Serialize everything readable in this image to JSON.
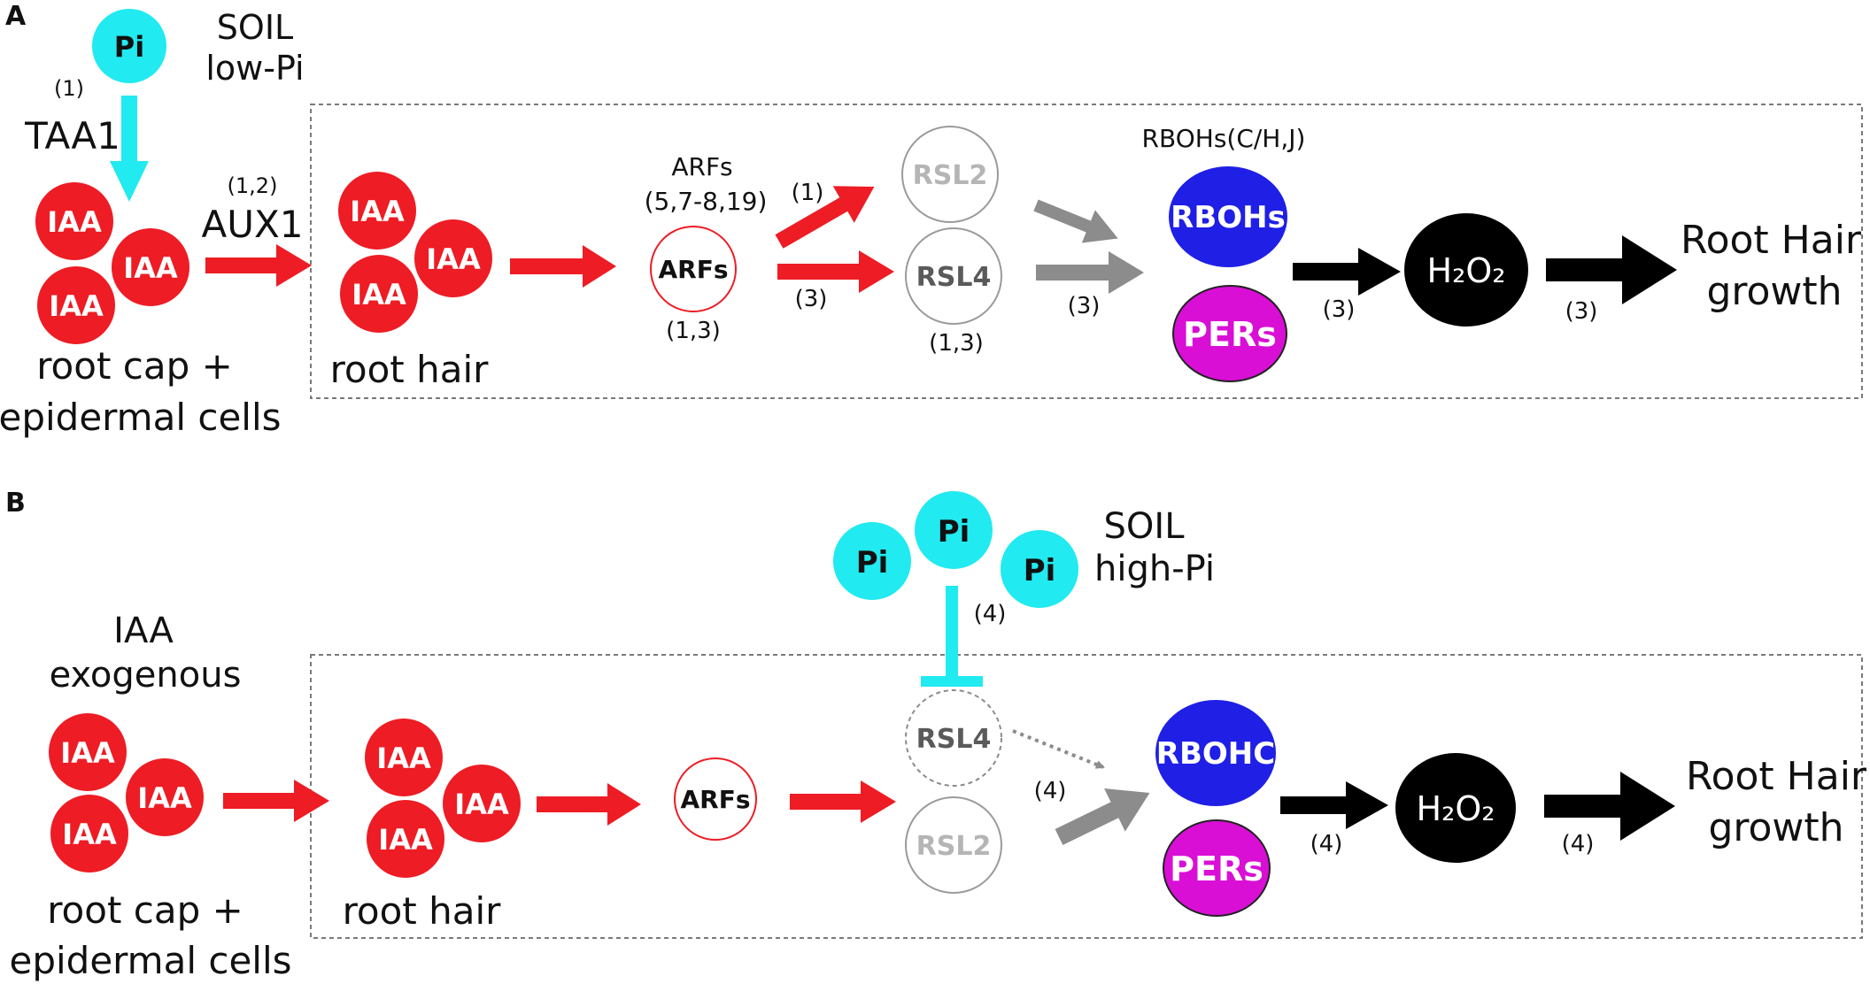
{
  "colors": {
    "red": "#ee1c24",
    "cyan": "#21eaf0",
    "blue": "#1f1fe6",
    "magenta": "#d90fd6",
    "black": "#000000",
    "grey": "#8c8c8c",
    "lightgrey": "#b5b5b5",
    "box": "#7a7a7a"
  },
  "panelA": {
    "letter": "A",
    "pi_node": "Pi",
    "soil_line1": "SOIL",
    "soil_line2": "low-Pi",
    "ref_taa1": "(1)",
    "taa1": "TAA1",
    "iaa": "IAA",
    "ref_aux1": "(1,2)",
    "aux1": "AUX1",
    "roots_line1": "root cap +",
    "roots_line2": "epidermal cells",
    "root_hair": "root hair",
    "arfs_title": "ARFs",
    "arfs_sub": "(5,7-8,19)",
    "arfs_node": "ARFs",
    "ref_arfs": "(1,3)",
    "ref_rsl2_arrow": "(1)",
    "ref_rsl4_arrow": "(3)",
    "rsl2": "RSL2",
    "rsl4": "RSL4",
    "ref_rsl4": "(1,3)",
    "ref_rboh_arrow": "(3)",
    "rbohs_title": "RBOHs(C/H,J)",
    "rbohs": "RBOHs",
    "pers": "PERs",
    "ref_h2o2_arrow": "(3)",
    "h2o2": "H₂O₂",
    "ref_growth_arrow": "(3)",
    "growth_line1": "Root Hair",
    "growth_line2": "growth"
  },
  "panelB": {
    "letter": "B",
    "pi_node": "Pi",
    "soil_line1": "SOIL",
    "soil_line2": "high-Pi",
    "ref_inhibit": "(4)",
    "exo_line1": "IAA",
    "exo_line2": "exogenous",
    "iaa": "IAA",
    "roots_line1": "root cap +",
    "roots_line2": "epidermal cells",
    "root_hair": "root hair",
    "arfs_node": "ARFs",
    "rsl4": "RSL4",
    "rsl2": "RSL2",
    "ref_rboh_arrow": "(4)",
    "rbohc": "RBOHC",
    "pers": "PERs",
    "ref_h2o2_arrow": "(4)",
    "h2o2": "H₂O₂",
    "ref_growth_arrow": "(4)",
    "growth_line1": "Root Hair",
    "growth_line2": "growth"
  }
}
